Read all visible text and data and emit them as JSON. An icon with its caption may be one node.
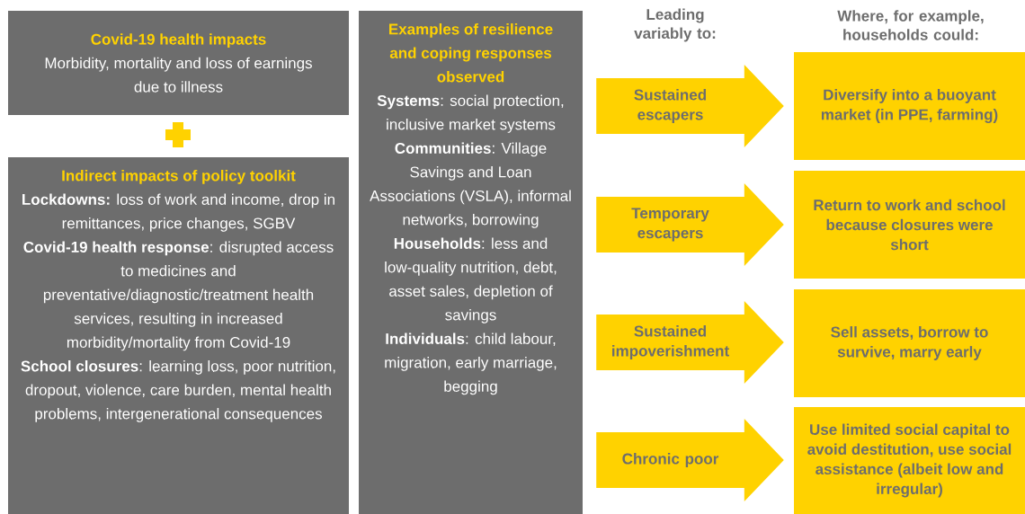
{
  "diagram": {
    "nodes": [
      {
        "text": [
          "Covid-19 health impacts",
          "Morbidity, mortality and loss of earnings due to illness"
        ]
      },
      {
        "text": [
          "Indirect impacts of policy toolkit",
          "**Lockdowns:** loss of work and income, drop in remittances, price changes, SGBV",
          "**Covid-19 health response**: disrupted access to medicines and preventative/diagnostic/treatment health services, resulting in increased morbidity/mortality from Covid-19",
          "**School closures**: learning loss, poor nutrition, dropout, violence, care burden, mental health problems, intergenerational consequences"
        ]
      },
      {
        "text": [
          "Examples of resilience and coping responses observed",
          "**Systems**: social protection, inclusive market systems",
          "**Communities**: Village Savings and Loan Associations (VSLA), informal networks, borrowing",
          "**Households**: less and low-quality nutrition, debt, asset sales, depletion of savings",
          "**Individuals**: child labour, migration, early marriage, begging"
        ]
      },
      {
        "text": [
          "Diversify into a buoyant market (in PPE, farming)"
        ]
      },
      {
        "text": [
          "Return to work and school because closures were short"
        ]
      },
      {
        "text": [
          "Sell assets, borrow to survive, marry early"
        ]
      },
      {
        "text": [
          "Use limited social capital to avoid destitution, use social assistance (albeit low and irregular)"
        ]
      }
    ],
    "edges": [
      {
        "from": 2,
        "to": 3,
        "arrow": "to",
        "label": "Sustained escapers"
      },
      {
        "from": 2,
        "to": 4,
        "arrow": "to",
        "label": "Temporary escapers"
      },
      {
        "from": 2,
        "to": 5,
        "arrow": "to",
        "label": "Sustained impoverishment"
      },
      {
        "from": 2,
        "to": 6,
        "arrow": "to",
        "label": "Chronic poor"
      }
    ],
    "labels": [
      "Leading variably to:",
      "Where, for example, households could:"
    ]
  }
}
